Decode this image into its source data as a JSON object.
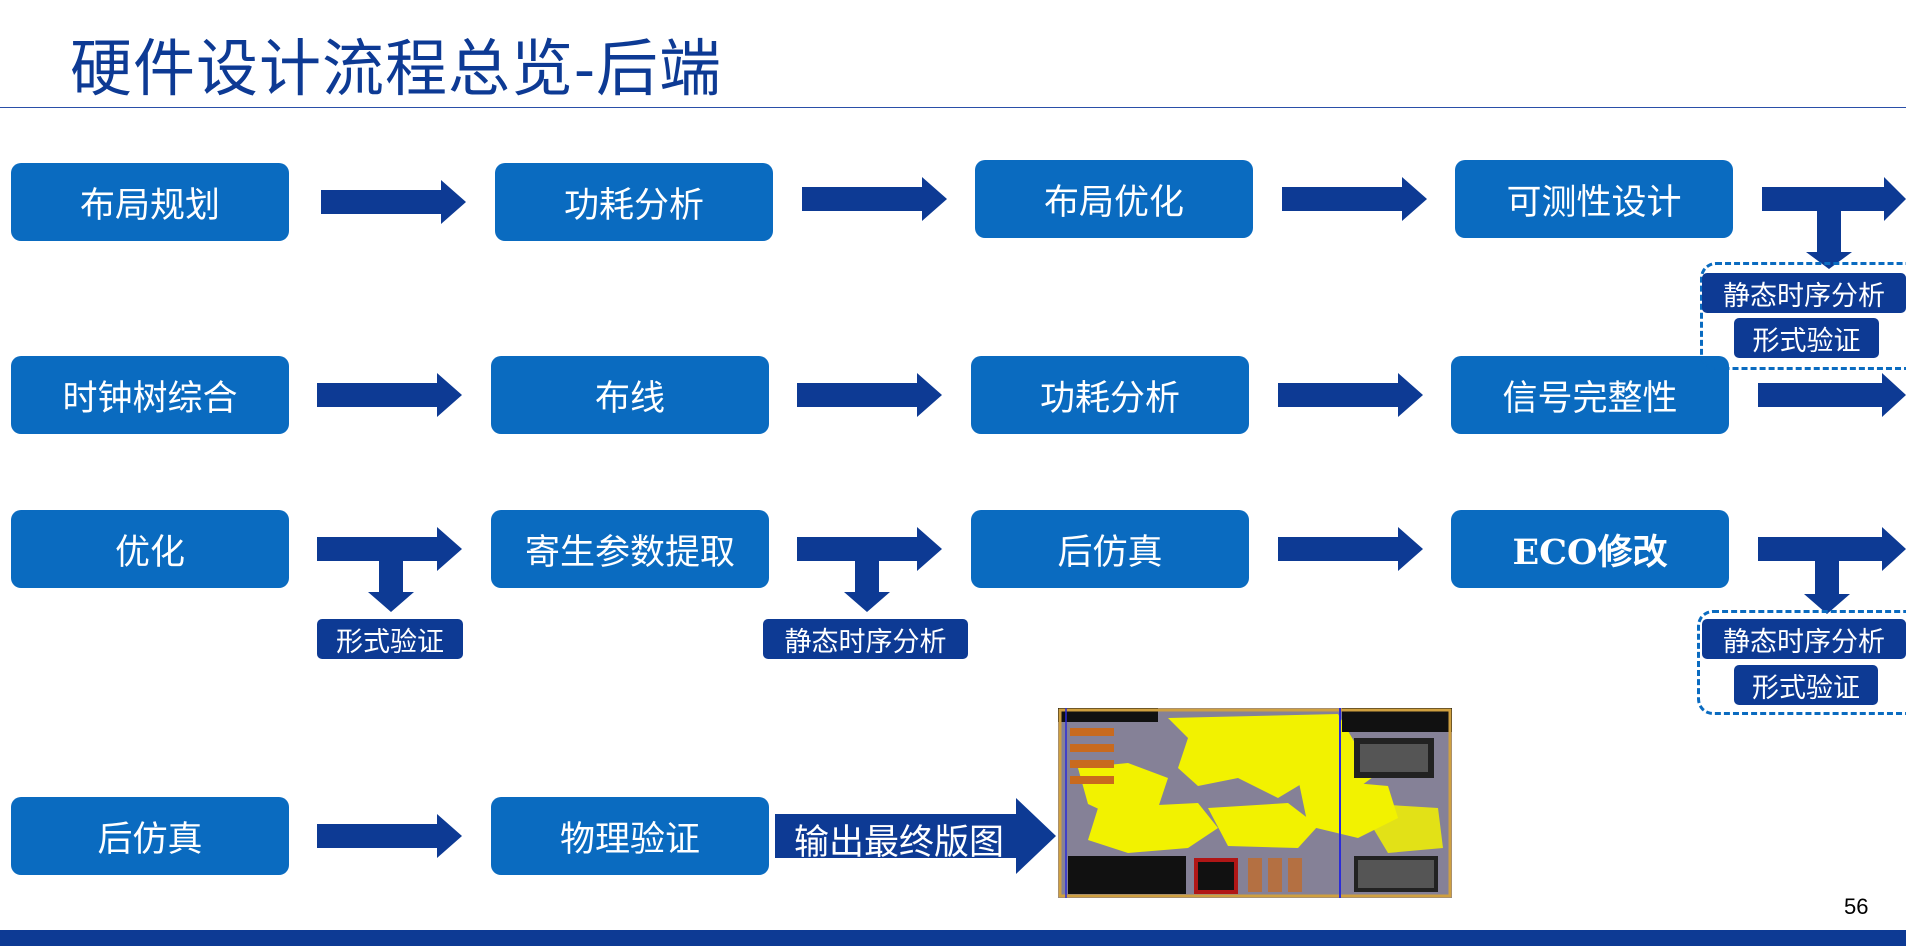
{
  "slide": {
    "title": "硬件设计流程总览-后端",
    "page_number": "56"
  },
  "flow": {
    "row1": [
      "布局规划",
      "功耗分析",
      "布局优化",
      "可测性设计"
    ],
    "row2": [
      "时钟树综合",
      "布线",
      "功耗分析",
      "信号完整性"
    ],
    "row3": [
      "优化",
      "寄生参数提取",
      "后仿真",
      "ECO修改"
    ],
    "row4": [
      "后仿真",
      "物理验证"
    ],
    "output_label": "输出最终版图"
  },
  "checks": {
    "after_dft": [
      "静态时序分析",
      "形式验证"
    ],
    "after_optimize": "形式验证",
    "after_extraction": "静态时序分析",
    "after_eco": [
      "静态时序分析",
      "形式验证"
    ]
  },
  "colors": {
    "title": "#0d3a94",
    "box": "#0a6bc0",
    "arrow": "#0d3a94",
    "tag": "#0d3a94",
    "layout_highlight": "#f2f200"
  },
  "image": {
    "subject": "chip-layout-image"
  }
}
